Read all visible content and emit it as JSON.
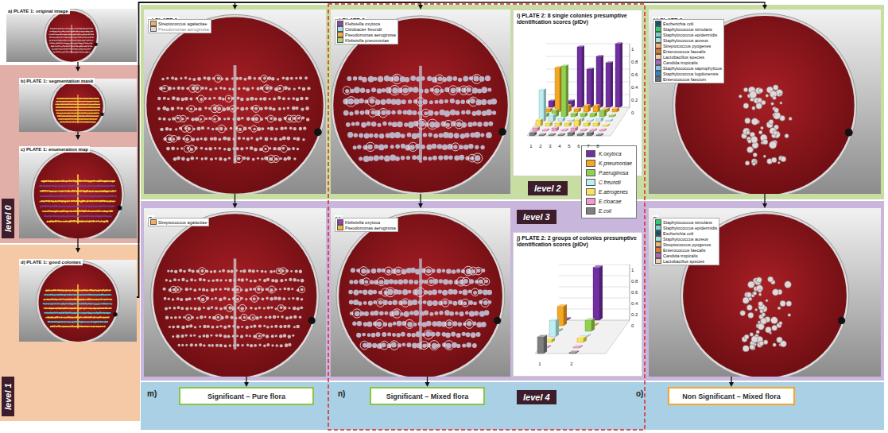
{
  "diagram": {
    "nodes": [
      {
        "text": [
          "a) PLATE 1: original image"
        ]
      },
      {
        "text": [
          "level 0"
        ]
      },
      {
        "text": [
          "b) PLATE 1: segmentation mask"
        ],
        "in": 1
      },
      {
        "text": [
          "c) PLATE 1: enumeration map"
        ],
        "in": 1
      },
      {
        "text": [
          "level 1"
        ]
      },
      {
        "text": [
          "d) PLATE 1: good colonies"
        ],
        "in": 4
      },
      {
        "text": [
          "level 2"
        ]
      },
      {
        "text": [
          "e) PLATE 1"
        ],
        "in": 6
      },
      {
        "text": [
          "g) PLATE 2"
        ],
        "in": 6
      },
      {
        "text": [
          "i) PLATE 2: 8 single colonies presumptive identification scores (pIDv)"
        ],
        "in": 6
      },
      {
        "text": [
          "k) PLATE 3"
        ],
        "in": 6
      },
      {
        "text": [
          "level 3"
        ]
      },
      {
        "text": [
          "f)"
        ],
        "in": 11
      },
      {
        "text": [
          "h)"
        ],
        "in": 11
      },
      {
        "text": [
          "j) PLATE 2: 2 groups of colonies presumptive identification scores (pIDv)"
        ],
        "in": 11
      },
      {
        "text": [
          "l)"
        ],
        "in": 11
      },
      {
        "text": [
          "level 4"
        ]
      },
      {
        "text": [
          "m)",
          "Significant – Pure flora"
        ],
        "in": 16
      },
      {
        "text": [
          "n)",
          "Significant – Mixed flora"
        ],
        "in": 16
      },
      {
        "text": [
          "o)",
          "Non Significant – Mixed flora"
        ],
        "in": 16
      }
    ],
    "edges": [
      {
        "from": 0,
        "to": 2,
        "arrow": "to"
      },
      {
        "from": 2,
        "to": 3,
        "arrow": "to"
      },
      {
        "from": 3,
        "to": 5,
        "arrow": "to"
      },
      {
        "from": 5,
        "to": 7,
        "arrow": "to"
      },
      {
        "from": 5,
        "to": 8,
        "arrow": "to"
      },
      {
        "from": 5,
        "to": 10,
        "arrow": "to"
      },
      {
        "from": 7,
        "to": 12,
        "arrow": "to"
      },
      {
        "from": 8,
        "to": 13,
        "arrow": "to"
      },
      {
        "from": 10,
        "to": 15,
        "arrow": "to"
      },
      {
        "from": 12,
        "to": 17,
        "arrow": "to"
      },
      {
        "from": 13,
        "to": 18,
        "arrow": "to"
      },
      {
        "from": 15,
        "to": 19,
        "arrow": "to"
      }
    ],
    "labels": [
      "1",
      "0.8",
      "0.6",
      "0.4",
      "0.2",
      "0",
      "1",
      "2",
      "3",
      "4",
      "5",
      "6",
      "7",
      "8",
      "1",
      "0.8",
      "0.6",
      "0.4",
      "0.2",
      "0",
      "1",
      "2"
    ],
    "legend": [
      {
        "text": "Streptococcus agalactiae",
        "color": "#f0b060"
      },
      {
        "text": "Pseudomonas aeruginosa",
        "color": "#d8d8d8"
      },
      {
        "text": "Klebsiella oxytoca",
        "color": "#8e44ad"
      },
      {
        "text": "Citrobacter freundii",
        "color": "#9be3f0"
      },
      {
        "text": "Pseudomonas aeruginosa",
        "color": "#f5b041"
      },
      {
        "text": "Klebsiella pneumoniae",
        "color": "#a9d66b"
      },
      {
        "text": "K.oxytoca",
        "color": "#7030a0"
      },
      {
        "text": "K.pneumoniae",
        "color": "#f5a623"
      },
      {
        "text": "P.aeruginosa",
        "color": "#92d050"
      },
      {
        "text": "C.freundii",
        "color": "#bdeef2"
      },
      {
        "text": "E.aerogenes",
        "color": "#f7e35c"
      },
      {
        "text": "E.cloacae",
        "color": "#f39bc8"
      },
      {
        "text": "E.coli",
        "color": "#7f7f7f"
      },
      {
        "text": "Escherichia coli",
        "color": "#1b4f72"
      },
      {
        "text": "Staphylococcus simulans",
        "color": "#2ecc71"
      },
      {
        "text": "Staphylococcus epidermidis",
        "color": "#76d7c4"
      },
      {
        "text": "Staphylococcus aureus",
        "color": "#a3e4d7"
      },
      {
        "text": "Streptococcus pyogenes",
        "color": "#f0b27a"
      },
      {
        "text": "Enterococcus faecalis",
        "color": "#dc7633"
      },
      {
        "text": "Lactobacillus species",
        "color": "#f5cba7"
      },
      {
        "text": "Candida tropicalis",
        "color": "#a569bd"
      },
      {
        "text": "Staphylococcus saprophyticus",
        "color": "#85c1e9"
      },
      {
        "text": "Staphylococcus lugdunensis",
        "color": "#2e86c1"
      },
      {
        "text": "Enterococcus faecium",
        "color": "#5d6d7e"
      },
      {
        "text": "Streptococcus agalactiae",
        "color": "#f0b060"
      },
      {
        "text": "Klebsiella oxytoca",
        "color": "#8e44ad"
      },
      {
        "text": "Pseudomonas aeruginosa",
        "color": "#f5b041"
      },
      {
        "text": "Staphylococcus simulans",
        "color": "#2ecc71"
      },
      {
        "text": "Staphylococcus epidermidis",
        "color": "#76d7c4"
      },
      {
        "text": "Escherichia coli",
        "color": "#1b4f72"
      },
      {
        "text": "Staphylococcus aureus",
        "color": "#a3e4d7"
      },
      {
        "text": "Streptococcus pyogenes",
        "color": "#f0b27a"
      },
      {
        "text": "Enterococcus faecalis",
        "color": "#dc7633"
      },
      {
        "text": "Candida tropicalis",
        "color": "#a569bd"
      },
      {
        "text": "Lactobacillus species",
        "color": "#f5cba7"
      }
    ]
  }
}
